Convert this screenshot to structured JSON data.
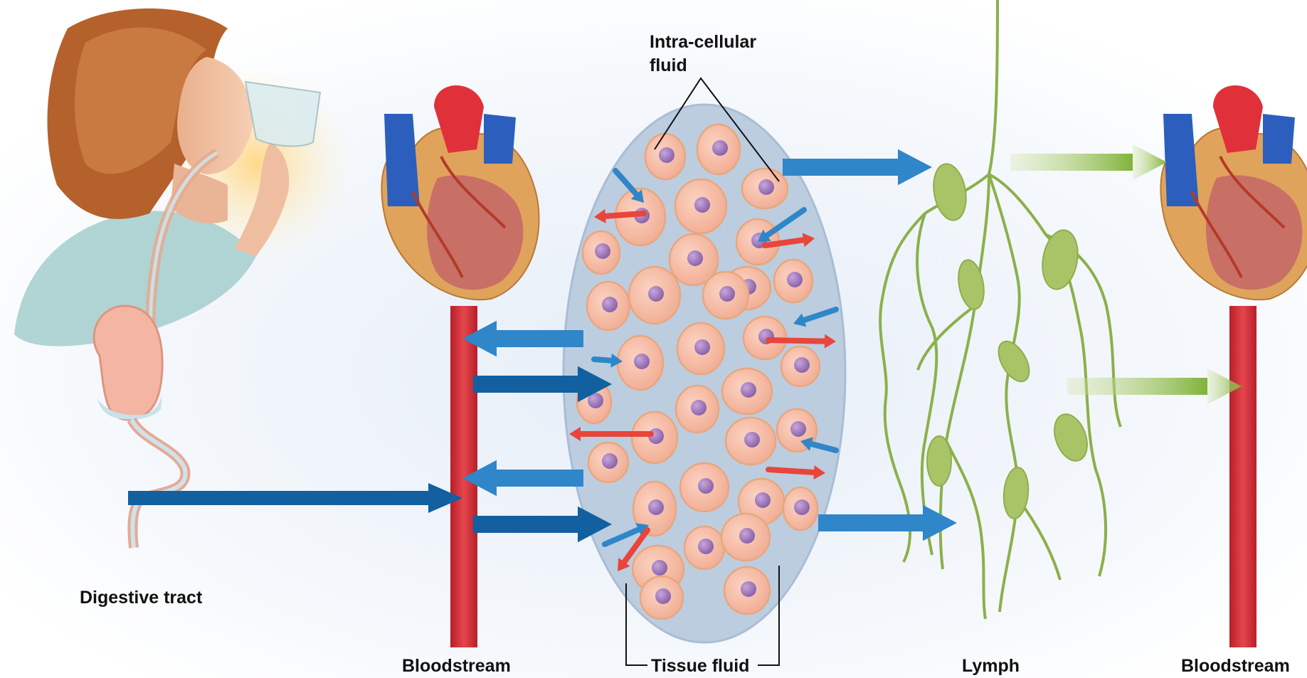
{
  "labels": {
    "intracellular_line1": "Intra-cellular",
    "intracellular_line2": "fluid",
    "digestive_tract": "Digestive tract",
    "bloodstream_left": "Bloodstream",
    "tissue_fluid": "Tissue fluid",
    "lymph": "Lymph",
    "bloodstream_right": "Bloodstream"
  },
  "colors": {
    "vessel": "#d6303a",
    "fluid_arrow": "#2f86c9",
    "dark_arrow": "#12609f",
    "lymph": "#8bb04a",
    "cell": "#f3b39a",
    "nucleus": "#9f78b8",
    "tissue_fluid_bg": "#bccde0",
    "exit_arrow": "#e8453b"
  },
  "icons": [
    "woman-drinking-illustration",
    "heart-icon",
    "stomach-icon",
    "lymph-node-icon",
    "cell-icon"
  ]
}
